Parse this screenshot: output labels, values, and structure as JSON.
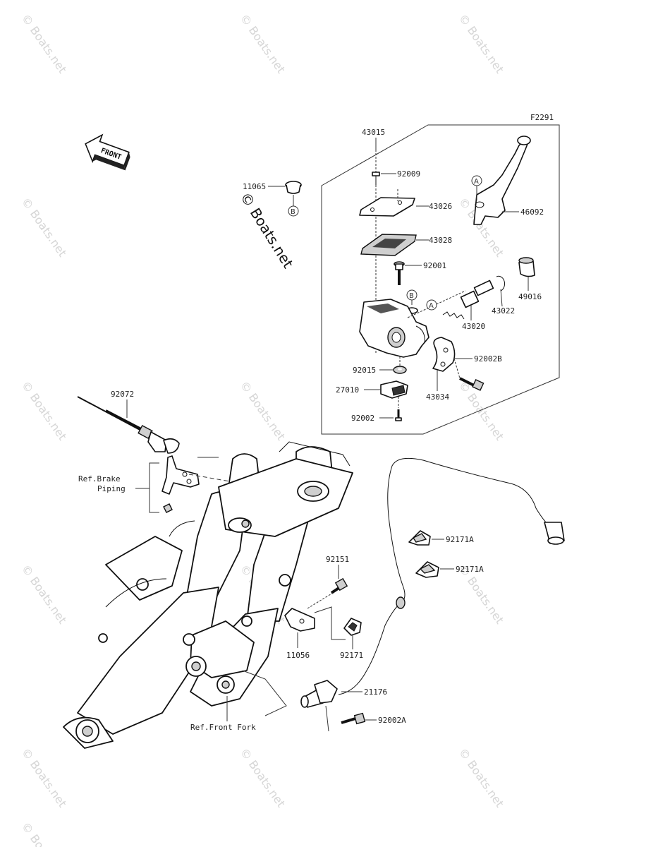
{
  "figure_code": "F2291",
  "watermark_text": "© Boats.net",
  "front_arrow_text": "FRONT",
  "watermarks": [
    {
      "id": "wm-1",
      "text": "© Boats.net"
    },
    {
      "id": "wm-2",
      "text": "© Boats.net"
    },
    {
      "id": "wm-3",
      "text": "© Boats.net"
    },
    {
      "id": "wm-4",
      "text": "© Boats.net"
    },
    {
      "id": "wm-5",
      "text": "© Boats.net"
    },
    {
      "id": "wm-6",
      "text": "© Boats.net"
    },
    {
      "id": "wm-7",
      "text": "© Boats.net"
    },
    {
      "id": "wm-8",
      "text": "© Boats.net"
    },
    {
      "id": "wm-9",
      "text": "© Boats.net"
    },
    {
      "id": "wm-10",
      "text": "© Boats.net"
    },
    {
      "id": "wm-11",
      "text": "© Boats.net"
    },
    {
      "id": "wm-12",
      "text": "© Boats.net"
    },
    {
      "id": "wm-13",
      "text": "© Boats.net"
    },
    {
      "id": "wm-14",
      "text": "© Boats.net"
    },
    {
      "id": "wm-15",
      "text": "© Boats.net"
    }
  ],
  "parts": [
    {
      "id": "43015",
      "label": "43015"
    },
    {
      "id": "92009",
      "label": "92009"
    },
    {
      "id": "43026",
      "label": "43026"
    },
    {
      "id": "43028",
      "label": "43028"
    },
    {
      "id": "92001",
      "label": "92001"
    },
    {
      "id": "46092",
      "label": "46092"
    },
    {
      "id": "49016",
      "label": "49016"
    },
    {
      "id": "43022",
      "label": "43022"
    },
    {
      "id": "43020",
      "label": "43020"
    },
    {
      "id": "92002B",
      "label": "92002B"
    },
    {
      "id": "92015",
      "label": "92015"
    },
    {
      "id": "27010",
      "label": "27010"
    },
    {
      "id": "43034",
      "label": "43034"
    },
    {
      "id": "92002",
      "label": "92002"
    },
    {
      "id": "11065",
      "label": "11065"
    },
    {
      "id": "92072",
      "label": "92072"
    },
    {
      "id": "92171A-1",
      "label": "92171A"
    },
    {
      "id": "92171A-2",
      "label": "92171A"
    },
    {
      "id": "92151",
      "label": "92151"
    },
    {
      "id": "11056",
      "label": "11056"
    },
    {
      "id": "92171",
      "label": "92171"
    },
    {
      "id": "21176",
      "label": "21176"
    },
    {
      "id": "92002A",
      "label": "92002A"
    }
  ],
  "references": {
    "brake_piping_line1": "Ref.Brake",
    "brake_piping_line2": "Piping",
    "front_fork": "Ref.Front Fork"
  },
  "markers": {
    "A": "A",
    "B": "B"
  }
}
